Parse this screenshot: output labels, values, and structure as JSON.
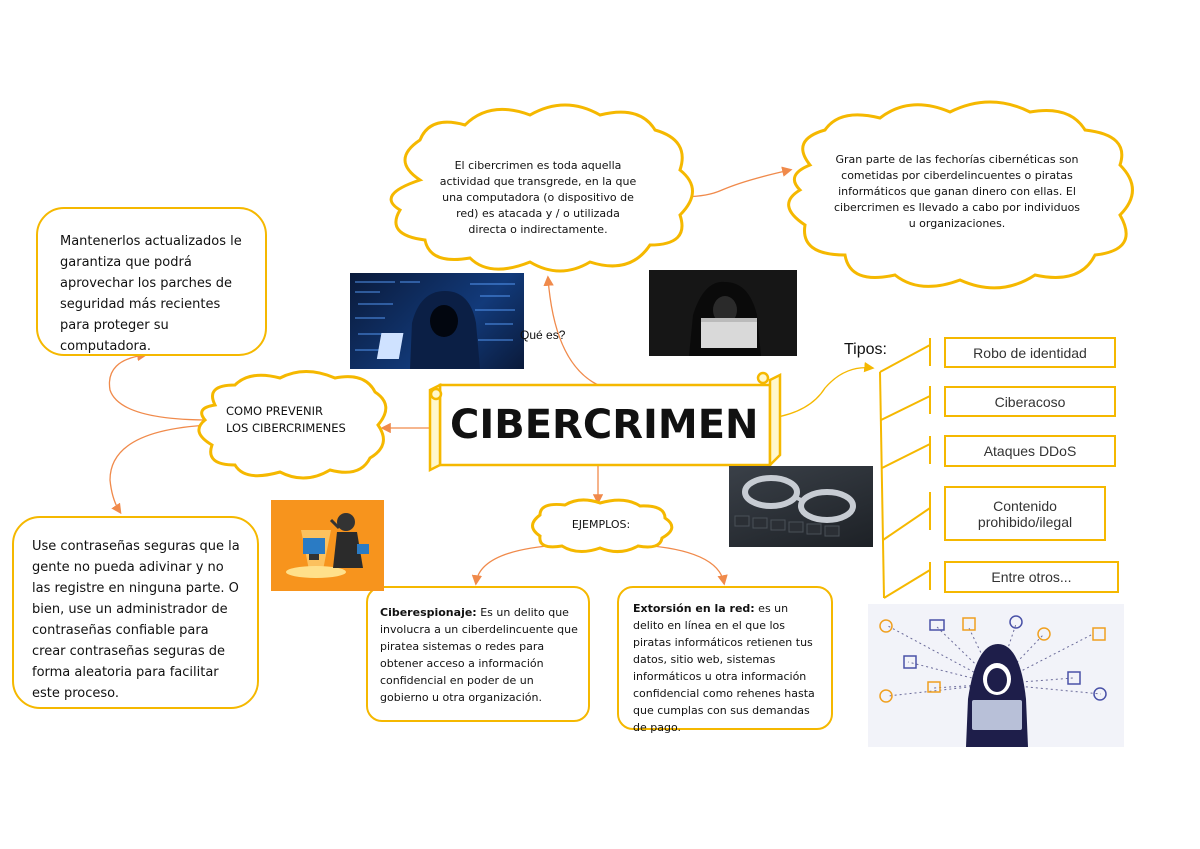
{
  "title": "CIBERCRIMEN",
  "que_es_label": "Qué es?",
  "definicion": "El cibercrimen es toda aquella actividad que transgrede, en la que una computadora (o dispositivo de red) es atacada y / o utilizada directa o indirectamente.",
  "fechorias": "Gran parte de las fechorías cibernéticas son cometidas por ciberdelincuentes o piratas informáticos que ganan dinero con ellas. El cibercrimen es llevado a cabo por individuos u organizaciones.",
  "prevenir": {
    "label": "COMO PREVENIR LOS CIBERCRIMENES",
    "tip_actualizar": "Mantenerlos actualizados le garantiza que podrá aprovechar los parches de seguridad más recientes para proteger su computadora.",
    "tip_contrasenas": "Use contraseñas seguras que la gente no pueda adivinar y no las registre en ninguna parte. O bien, use un administrador de contraseñas confiable para crear contraseñas seguras de forma aleatoria para facilitar este proceso."
  },
  "ejemplos": {
    "label": "EJEMPLOS:",
    "ciberespionaje_title": "Ciberespionaje:",
    "ciberespionaje_text": " Es un delito que involucra a un ciberdelincuente que piratea sistemas o redes para obtener acceso a información confidencial en poder de un gobierno u otra organización.",
    "extorsion_title": "Extorsión en la red:",
    "extorsion_text": " es un delito en línea en el que los piratas informáticos retienen tus datos, sitio web, sistemas informáticos u otra información confidencial como rehenes hasta que cumplas con sus demandas de pago."
  },
  "tipos": {
    "label": "Tipos:",
    "items": [
      "Robo de identidad",
      "Ciberacoso",
      "Ataques DDoS",
      "Contenido prohibido/ilegal",
      "Entre otros..."
    ]
  },
  "colors": {
    "arrow": "#f08a4b",
    "cloud_stroke": "#f5b800",
    "box_stroke": "#f5b800",
    "banner_fill": "#fff8cc"
  },
  "images": [
    "hooded-hacker-code-image",
    "hacker-laptop-image",
    "thief-computer-illustration",
    "handcuffs-keyboard-image",
    "cyber-threats-illustration"
  ]
}
